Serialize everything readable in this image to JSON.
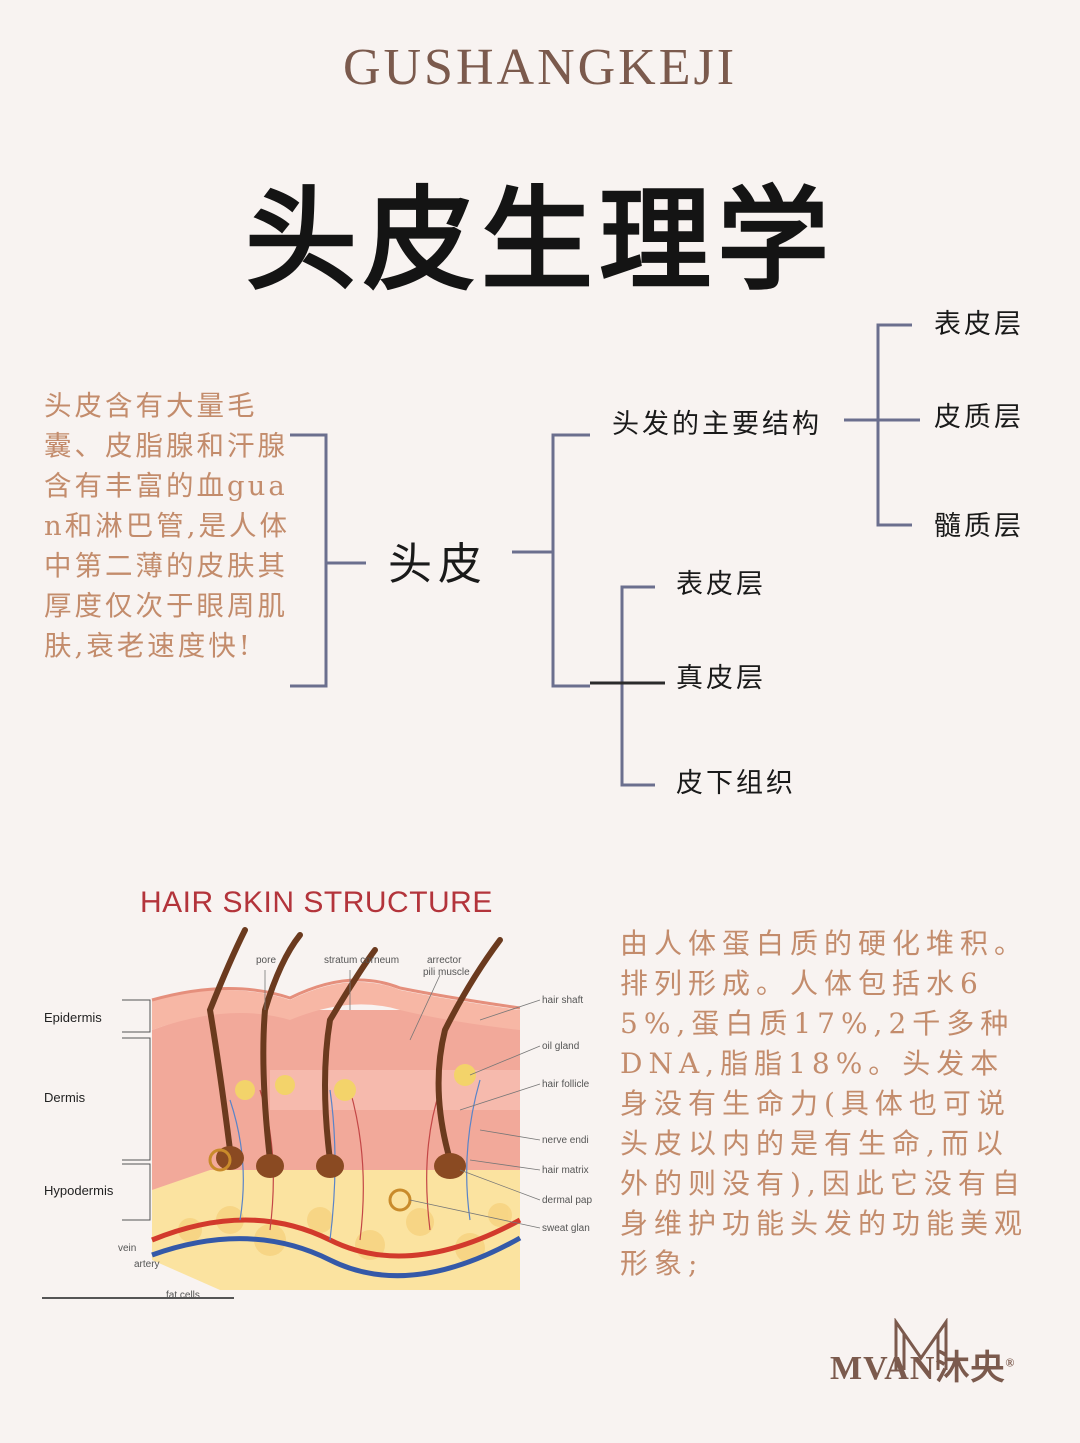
{
  "brand": "GUSHANGKEJI",
  "title": "头皮生理学",
  "intro": "头皮含有大量毛囊、皮脂腺和汗腺含有丰富的血guan和淋巴管,是人体中第二薄的皮肤其厚度仅次于眼周肌肤,衰老速度快!",
  "tree": {
    "root": "头皮",
    "hair_structure": {
      "label": "头发的主要结构",
      "children": [
        "表皮层",
        "皮质层",
        "髓质层"
      ]
    },
    "skin_layers": [
      "表皮层",
      "真皮层",
      "皮下组织"
    ]
  },
  "diagram": {
    "title": "HAIR SKIN STRUCTURE",
    "layers": [
      "Epidermis",
      "Dermis",
      "Hypodermis"
    ],
    "parts": [
      "pore",
      "stratum corneum",
      "arrector",
      "pili muscle",
      "hair shaft",
      "oil gland",
      "hair follicle",
      "nerve endi",
      "hair matrix",
      "dermal pap",
      "sweat glan",
      "vein",
      "artery",
      "fat cells"
    ]
  },
  "hair_text": "由人体蛋白质的硬化堆积。排列形成。人体包括水65%,蛋白质17%,2千多种DNA,脂脂18%。头发本身没有生命力(具体也可说头皮以内的是有生命,而以外的则没有),因此它没有自身维护功能头发的功能美观形象;",
  "logo": {
    "mark": "M",
    "text": "MVAN沐央",
    "registered": "®"
  },
  "colors": {
    "background": "#f8f3f1",
    "accent_text": "#c38c6c",
    "bracket": "#6b6f8e",
    "brand": "#7b5a4d"
  }
}
